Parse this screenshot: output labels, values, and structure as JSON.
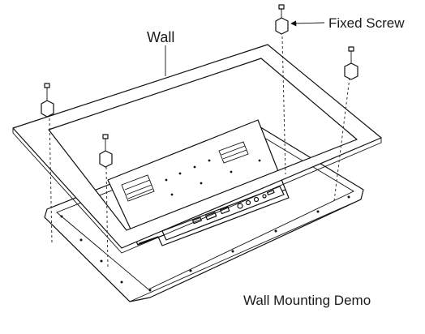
{
  "labels": {
    "wall": "Wall",
    "fixed_screw": "Fixed Screw",
    "caption": "Wall Mounting Demo"
  },
  "colors": {
    "line": "#111111",
    "background": "#ffffff"
  }
}
